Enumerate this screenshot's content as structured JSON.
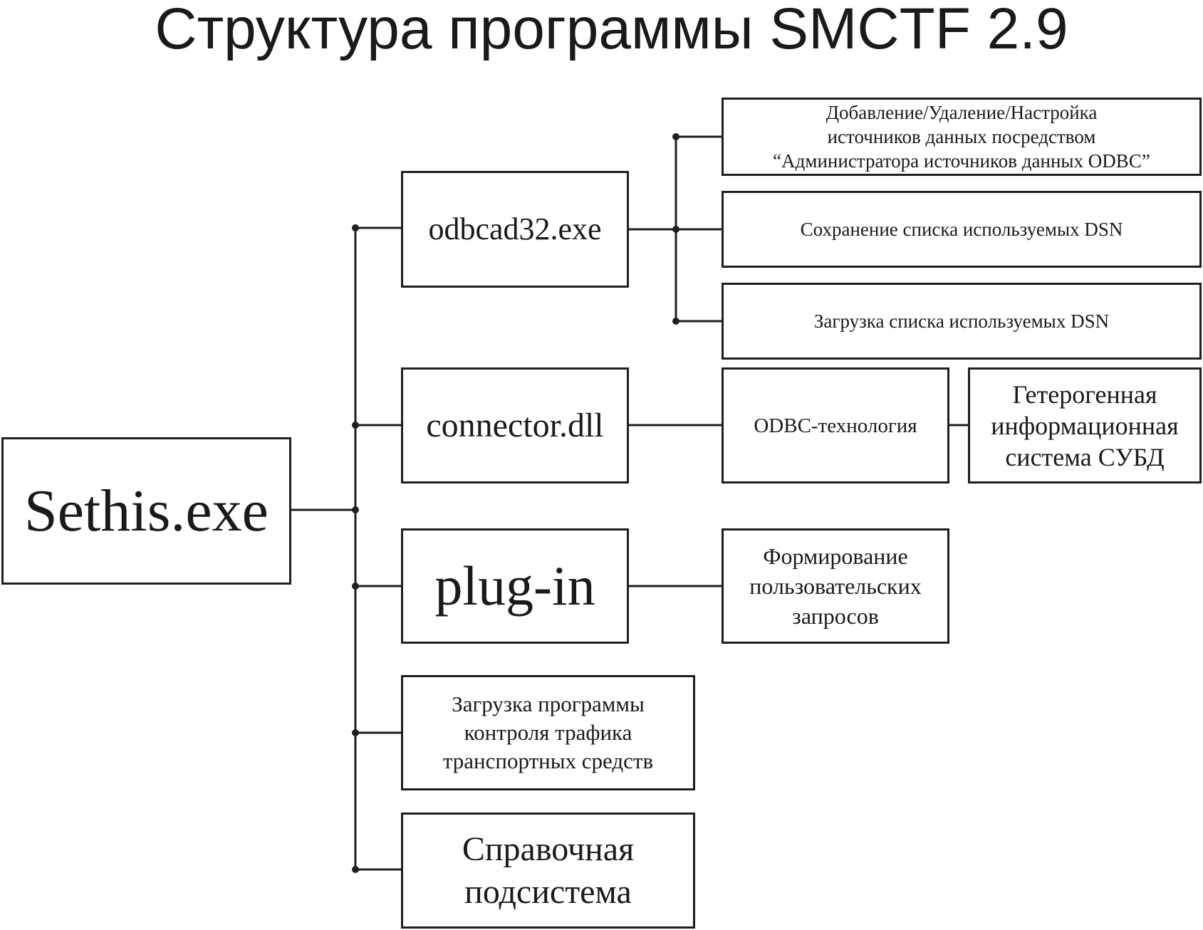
{
  "title": "Структура программы SMCTF 2.9",
  "root": {
    "label": "Sethis.exe"
  },
  "modules": {
    "odbcad32": {
      "label": "odbcad32.exe",
      "children": [
        {
          "lines": [
            "Добавление/Удаление/Настройка",
            "источников данных посредством",
            "“Администратора источников данных ODBC”"
          ]
        },
        {
          "lines": [
            "Сохранение списка используемых DSN"
          ]
        },
        {
          "lines": [
            "Загрузка списка используемых DSN"
          ]
        }
      ]
    },
    "connector": {
      "label": "connector.dll",
      "odbc": "ODBC-технология",
      "target": {
        "lines": [
          "Гетерогенная",
          "информационная",
          "система СУБД"
        ]
      }
    },
    "plugin": {
      "label": "plug-in",
      "child": {
        "lines": [
          "Формирование",
          "пользовательских",
          "запросов"
        ]
      }
    },
    "traffic": {
      "lines": [
        "Загрузка программы",
        "контроля трафика",
        "транспортных средств"
      ]
    },
    "help": {
      "lines": [
        "Справочная",
        "подсистема"
      ]
    }
  },
  "colors": {
    "ink": "#1f1f1f",
    "background": "#ffffff"
  }
}
